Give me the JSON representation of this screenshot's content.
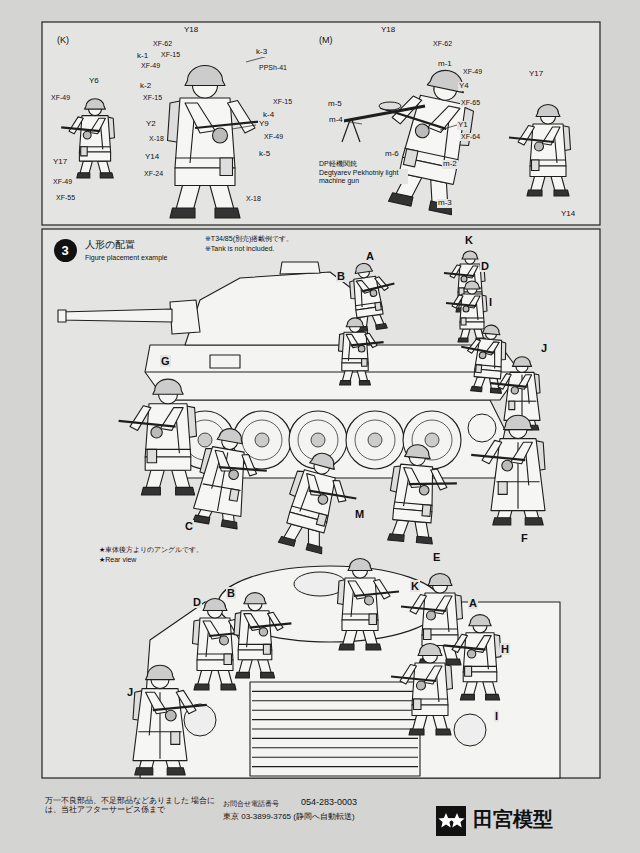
{
  "diagram": {
    "nodes": [
      {
        "text": [
          "3"
        ]
      }
    ],
    "labels": [
      "(K)",
      "Y18",
      "XF-62",
      "k-1",
      "XF-15",
      "XF-49",
      "k-3",
      "PPSh-41",
      "Y6",
      "XF-49",
      "k-2",
      "XF-15",
      "XF-15",
      "k-4",
      "Y2",
      "Y9",
      "X-18",
      "XF-49",
      "k-5",
      "Y14",
      "XF-24",
      "Y17",
      "XF-49",
      "XF-55",
      "X-18",
      "(M)",
      "Y18",
      "XF-62",
      "m-1",
      "XF-49",
      "m-5",
      "m-4",
      "Y4",
      "XF-65",
      "Y1",
      "XF-64",
      "m-6",
      "DP軽機関銃",
      "Degtyarev Pekhotniy light machine gun",
      "m-2",
      "m-3",
      "Y17",
      "Y14",
      "人形の配置",
      "Figure placement example",
      "※T34/85(別売)搭載例です。",
      "※Tank is not included.",
      "K",
      "A",
      "B",
      "D",
      "I",
      "J",
      "G",
      "C",
      "M",
      "E",
      "F",
      "★車体後方よりのアングルです。",
      "★Rear view",
      "K",
      "D",
      "B",
      "A",
      "H",
      "J",
      "I",
      "万一不良部品、不足部品などありました 場合には、当社アフターサービス係まで",
      "お問合せ電話番号",
      "054-283-0003",
      "東京 03-3899-3765 (静岡へ自動転送)",
      "田宮模型"
    ]
  }
}
